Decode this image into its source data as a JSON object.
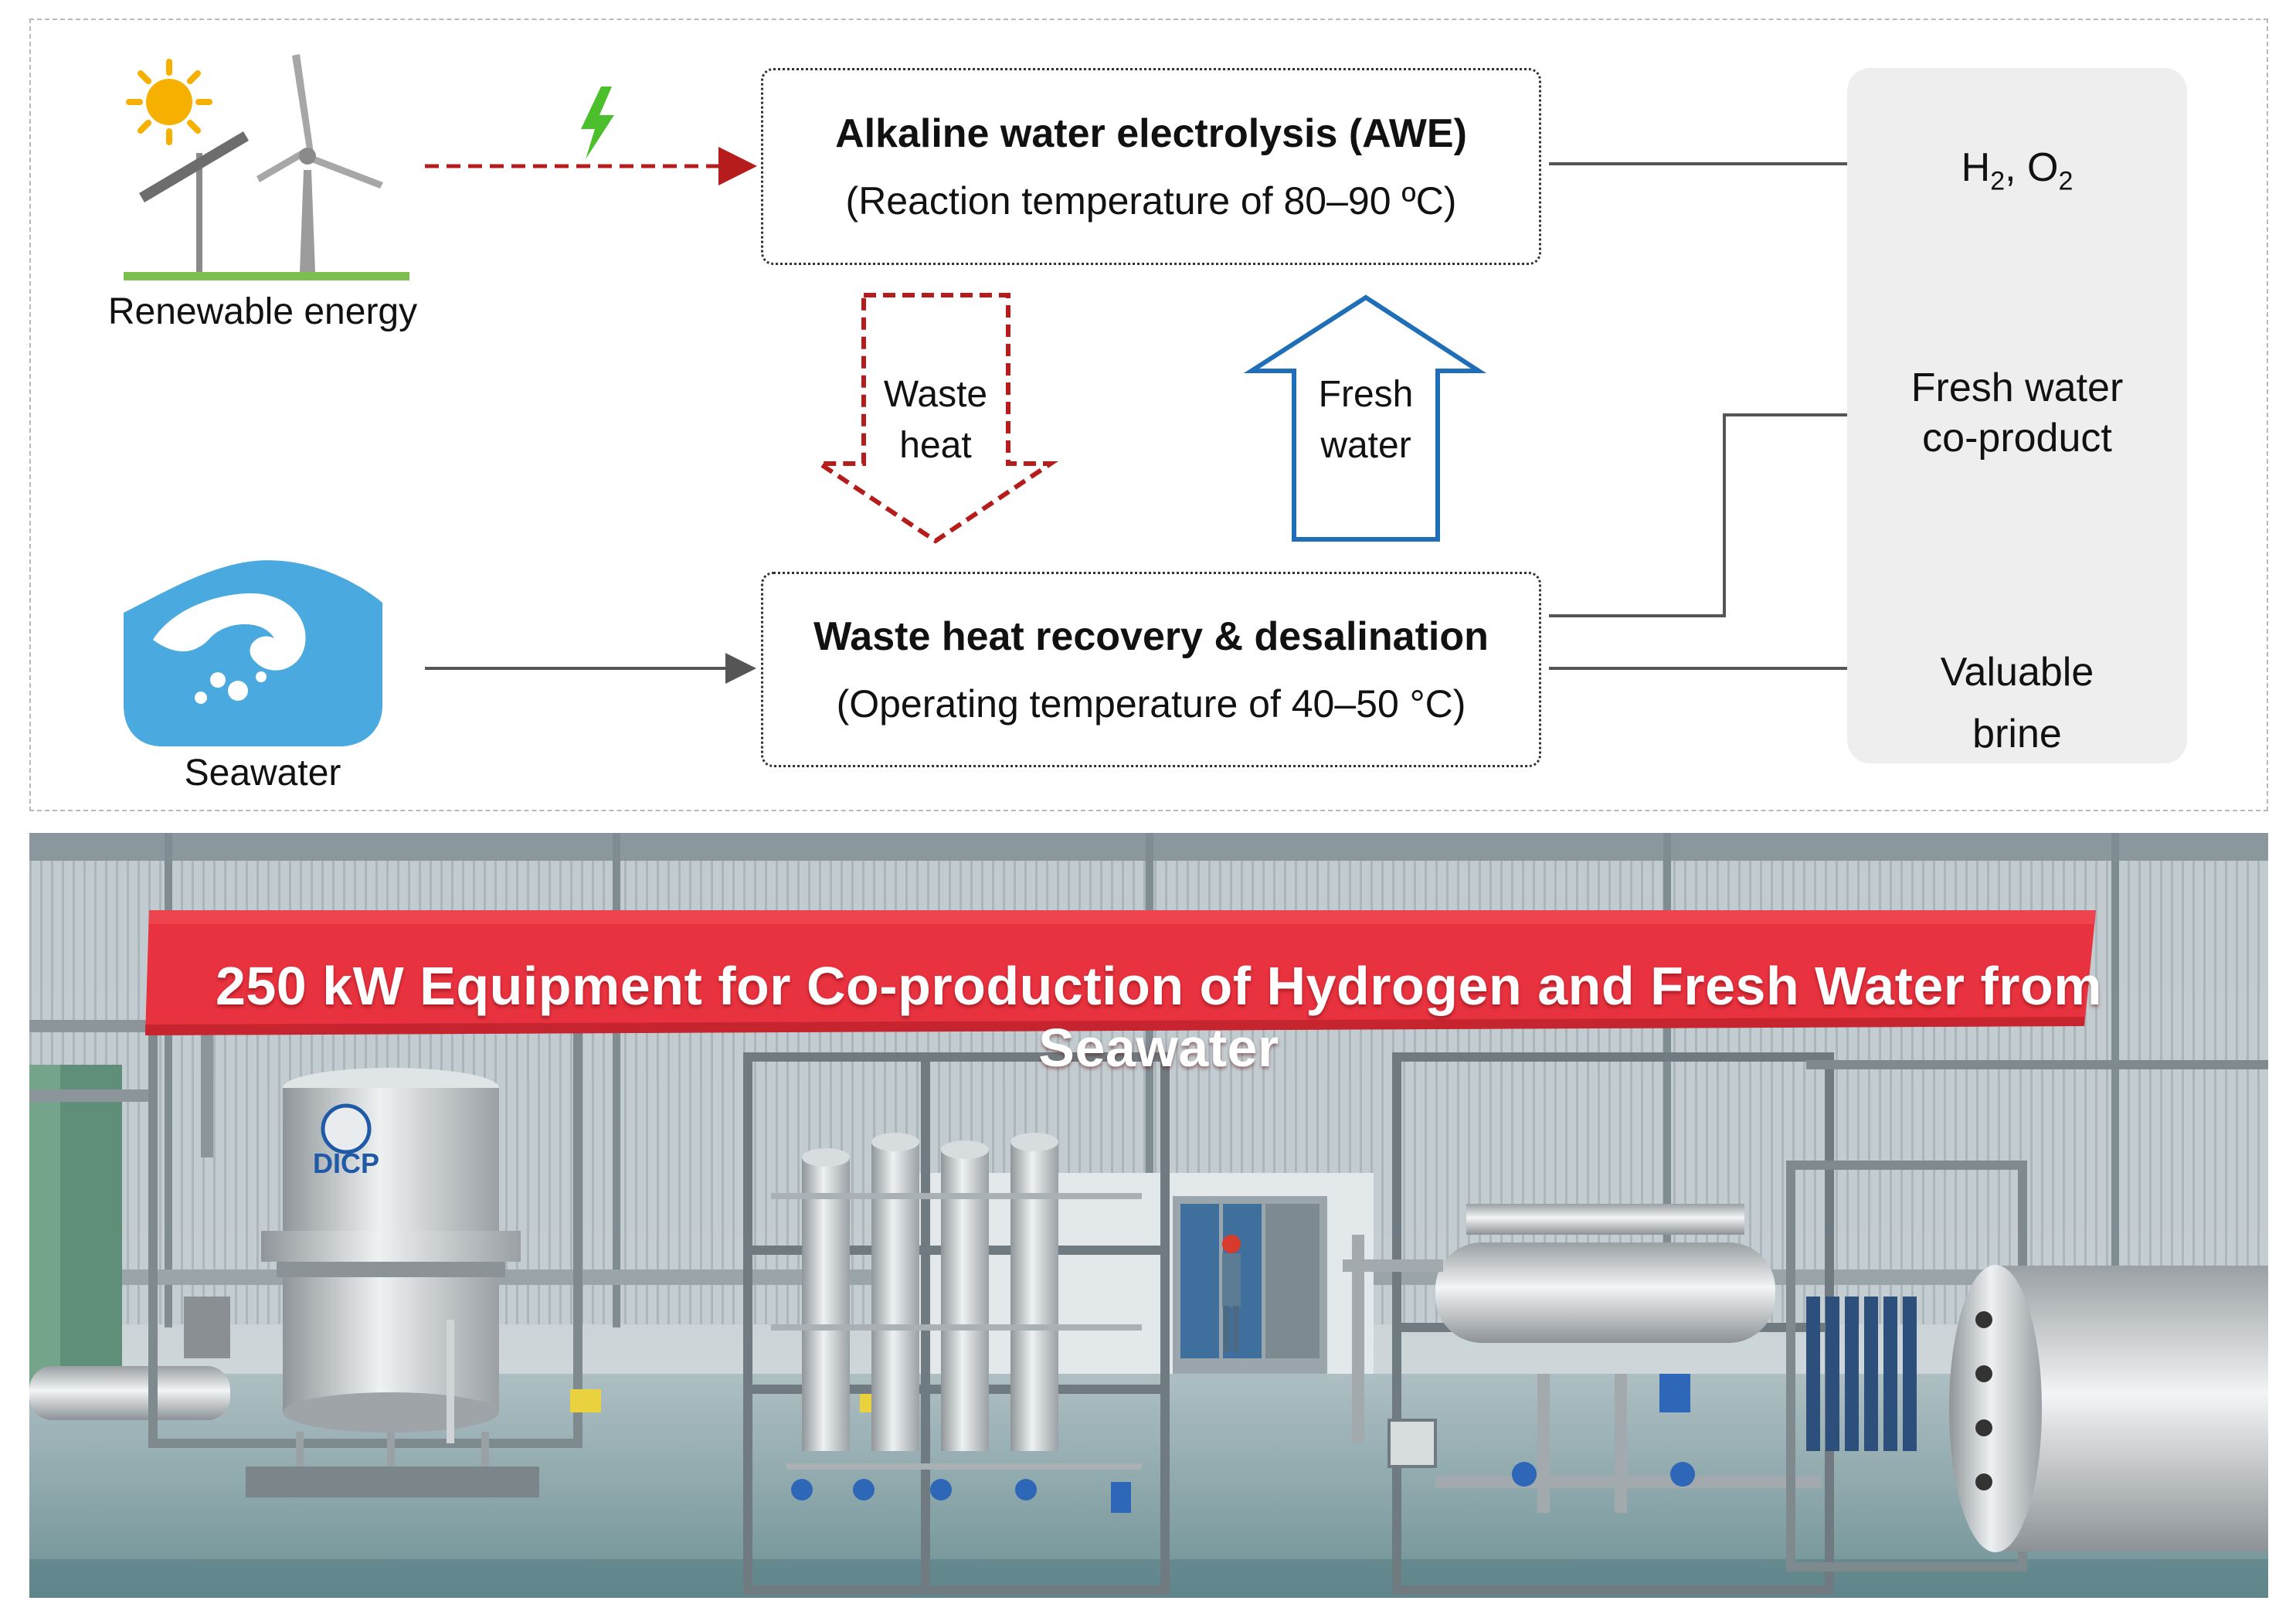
{
  "diagram": {
    "renewable_label": "Renewable energy",
    "seawater_label": "Seawater",
    "awe": {
      "title": "Alkaline water electrolysis (AWE)",
      "subtitle": "(Reaction temperature of 80–90 ºC)"
    },
    "desal": {
      "title": "Waste heat recovery & desalination",
      "subtitle": "(Operating temperature of 40–50 °C)"
    },
    "waste_heat": {
      "line1": "Waste",
      "line2": "heat"
    },
    "fresh_water_arrow": {
      "line1": "Fresh",
      "line2": "water"
    },
    "outputs": {
      "h2": "H",
      "h2_sub": "2",
      "sep": ", O",
      "o2_sub": "2",
      "fresh_line1": "Fresh water",
      "fresh_line2": "co-product",
      "brine_line1": "Valuable",
      "brine_line2": "brine"
    },
    "colors": {
      "waste_heat_arrow": "#b71c1c",
      "fresh_water_arrow": "#1f6fb8",
      "lightning": "#4cc02c",
      "sun": "#f5b000",
      "seawater": "#4aa9de",
      "ground": "#7cbf4e"
    }
  },
  "photo": {
    "banner_text": "250 kW Equipment for Co-production of Hydrogen and Fresh Water from Seawater",
    "tank_logo_text": "DICP",
    "banner_color": "#e8323f"
  }
}
